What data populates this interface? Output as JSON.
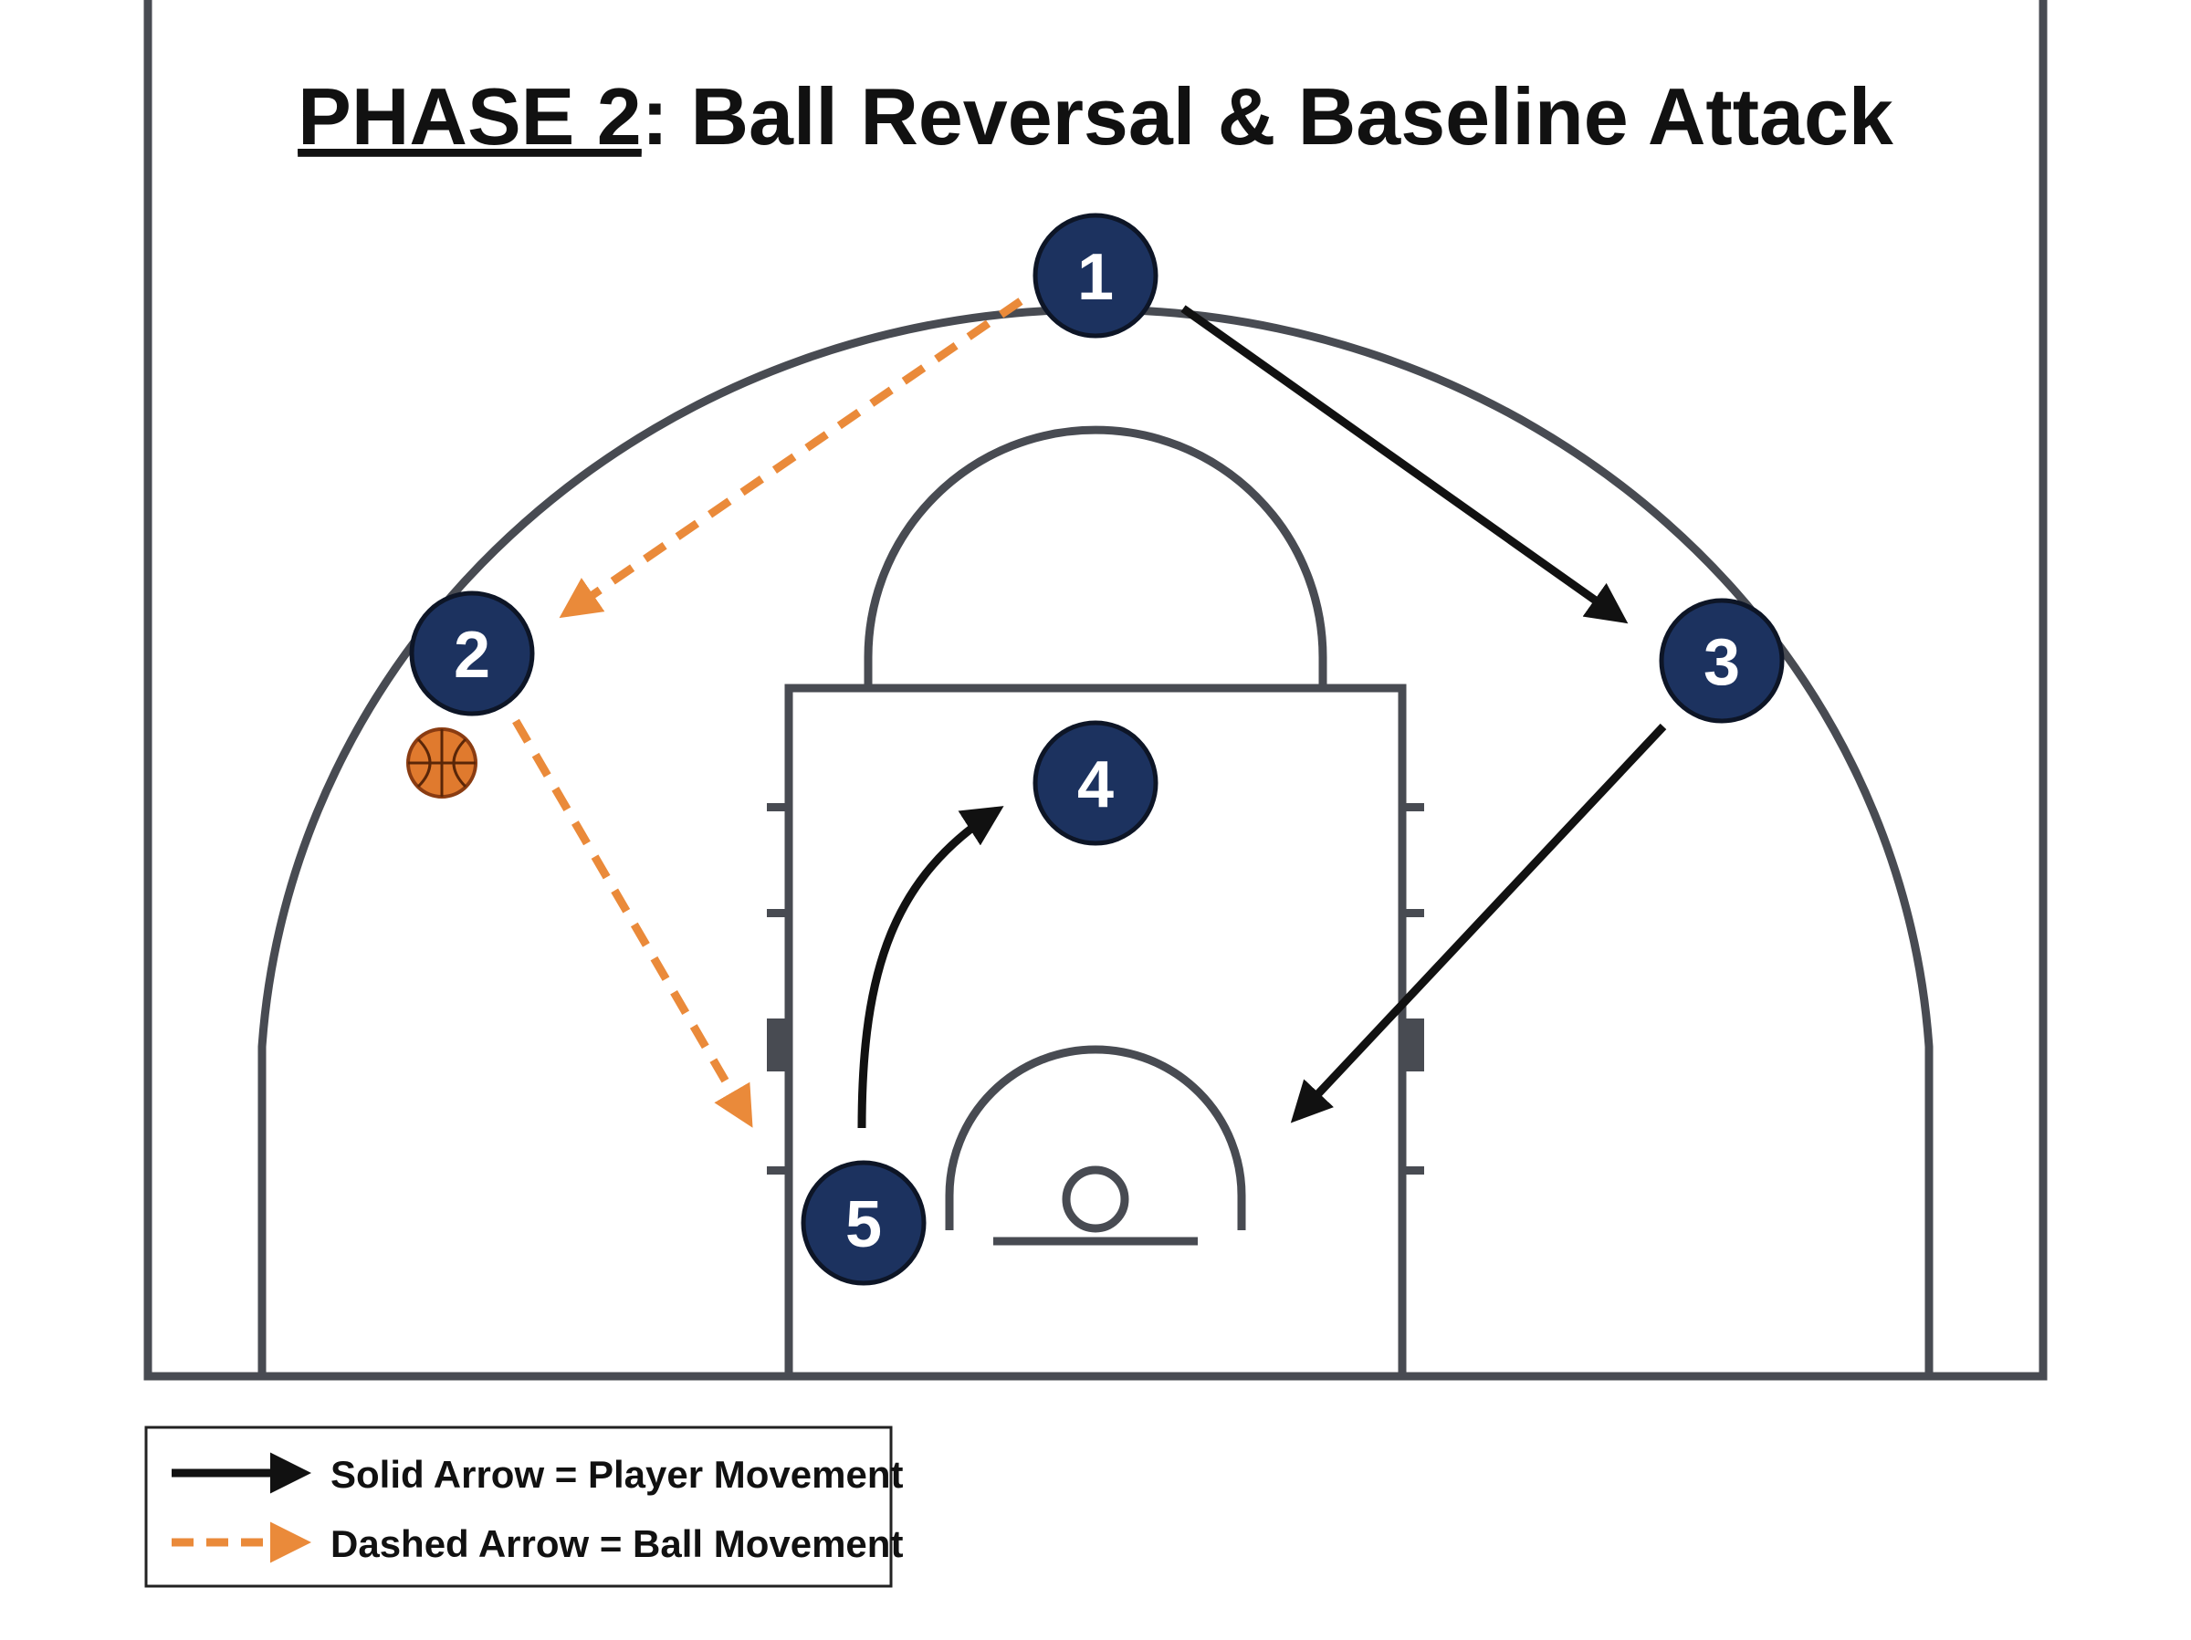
{
  "diagram": {
    "title_underlined": "PHASE 2",
    "title_rest": ": Ball Reversal & Baseline Attack",
    "players": [
      {
        "label": "1"
      },
      {
        "label": "2"
      },
      {
        "label": "3"
      },
      {
        "label": "4"
      },
      {
        "label": "5"
      }
    ],
    "legend": {
      "solid_label": "Solid Arrow = Player Movement",
      "dashed_label": "Dashed Arrow = Ball Movement"
    },
    "colors": {
      "player_fill": "#1c325f",
      "court_line": "#484b52",
      "player_arrow": "#111111",
      "ball_arrow": "#ea8a3a",
      "ball": "#e07a2e"
    }
  }
}
